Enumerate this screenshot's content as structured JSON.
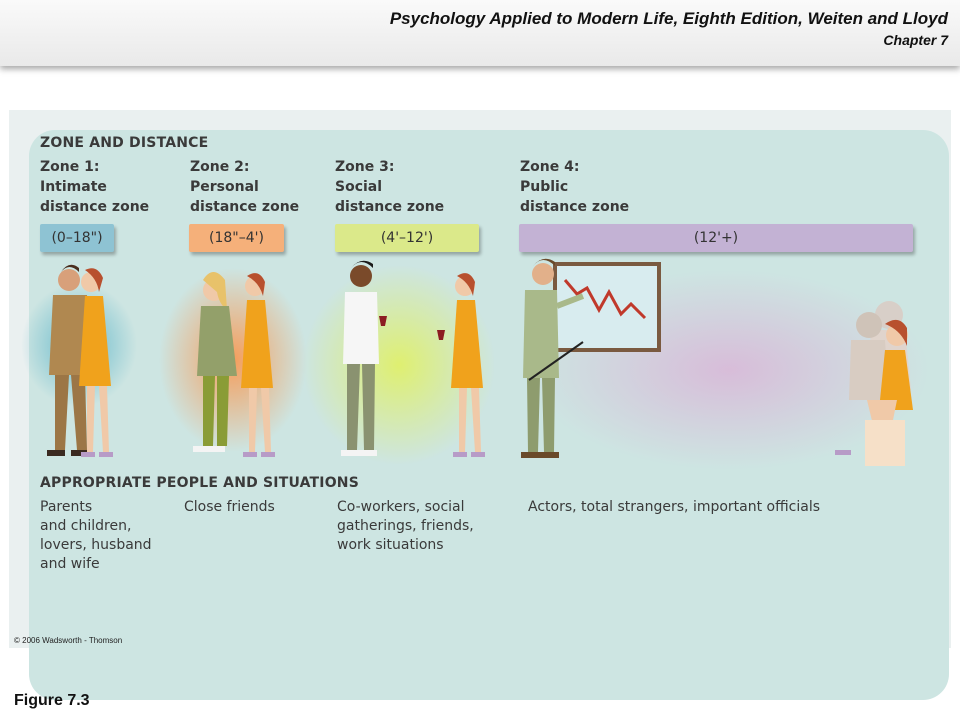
{
  "header": {
    "title": "Psychology Applied to Modern Life, Eighth Edition, Weiten and Lloyd",
    "chapter": "Chapter 7"
  },
  "diagram": {
    "section_zone": "ZONE AND DISTANCE",
    "section_people": "APPROPRIATE PEOPLE AND SITUATIONS",
    "zones": [
      {
        "title": "Zone 1:\nIntimate\ndistance zone",
        "range": "(0–18\")",
        "people": "Parents\nand children,\nlovers, husband\nand wife",
        "color": "#7fb9cf"
      },
      {
        "title": "Zone 2:\nPersonal\ndistance zone",
        "range": "(18\"–4')",
        "people": "Close friends",
        "color": "#f2a46c"
      },
      {
        "title": "Zone 3:\nSocial\ndistance zone",
        "range": "(4'–12')",
        "people": "Co-workers, social\ngatherings, friends,\nwork situations",
        "color": "#d4e67a"
      },
      {
        "title": "Zone 4:\nPublic\ndistance zone",
        "range": "(12'+)",
        "people": "Actors, total strangers, important officials",
        "color": "#b9a7cc"
      }
    ]
  },
  "credit": "© 2006 Wadsworth - Thomson",
  "figure_label": "Figure 7.3"
}
